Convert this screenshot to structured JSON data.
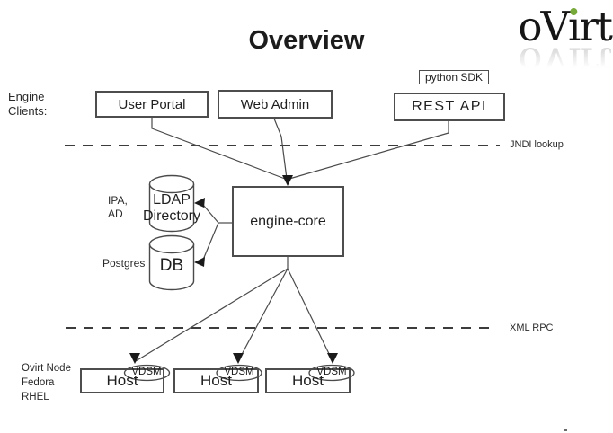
{
  "slide": {
    "title": "Overview"
  },
  "logo": {
    "text": "oVirt",
    "part1": "oV",
    "part2": "ı",
    "part3": "rt",
    "dot_color": "#76a83a",
    "text_color": "#161616"
  },
  "left_labels": {
    "engine_clients": "Engine\nClients:",
    "ipa_ad": "IPA,\nAD",
    "postgres": "Postgres",
    "node_types": "Ovirt Node\nFedora\nRHEL"
  },
  "layer_labels": {
    "jndi": "JNDI lookup",
    "xml_rpc": "XML RPC"
  },
  "clients": {
    "user_portal": "User Portal",
    "web_admin": "Web Admin",
    "python_sdk": "python SDK",
    "rest_api": "REST API"
  },
  "core": {
    "engine_core": "engine-core"
  },
  "datastores": {
    "ldap": "LDAP\nDirectory",
    "db": "DB"
  },
  "hosts": [
    {
      "label": "Host",
      "agent": "VDSM"
    },
    {
      "label": "Host",
      "agent": "VDSM"
    },
    {
      "label": "Host",
      "agent": "VDSM"
    }
  ],
  "colors": {
    "line": "#4a4a4a",
    "dash_line": "#3c3c3c",
    "box_border": "#4d4d4d",
    "text": "#1f1f1f",
    "logo_green": "#76a83a"
  }
}
